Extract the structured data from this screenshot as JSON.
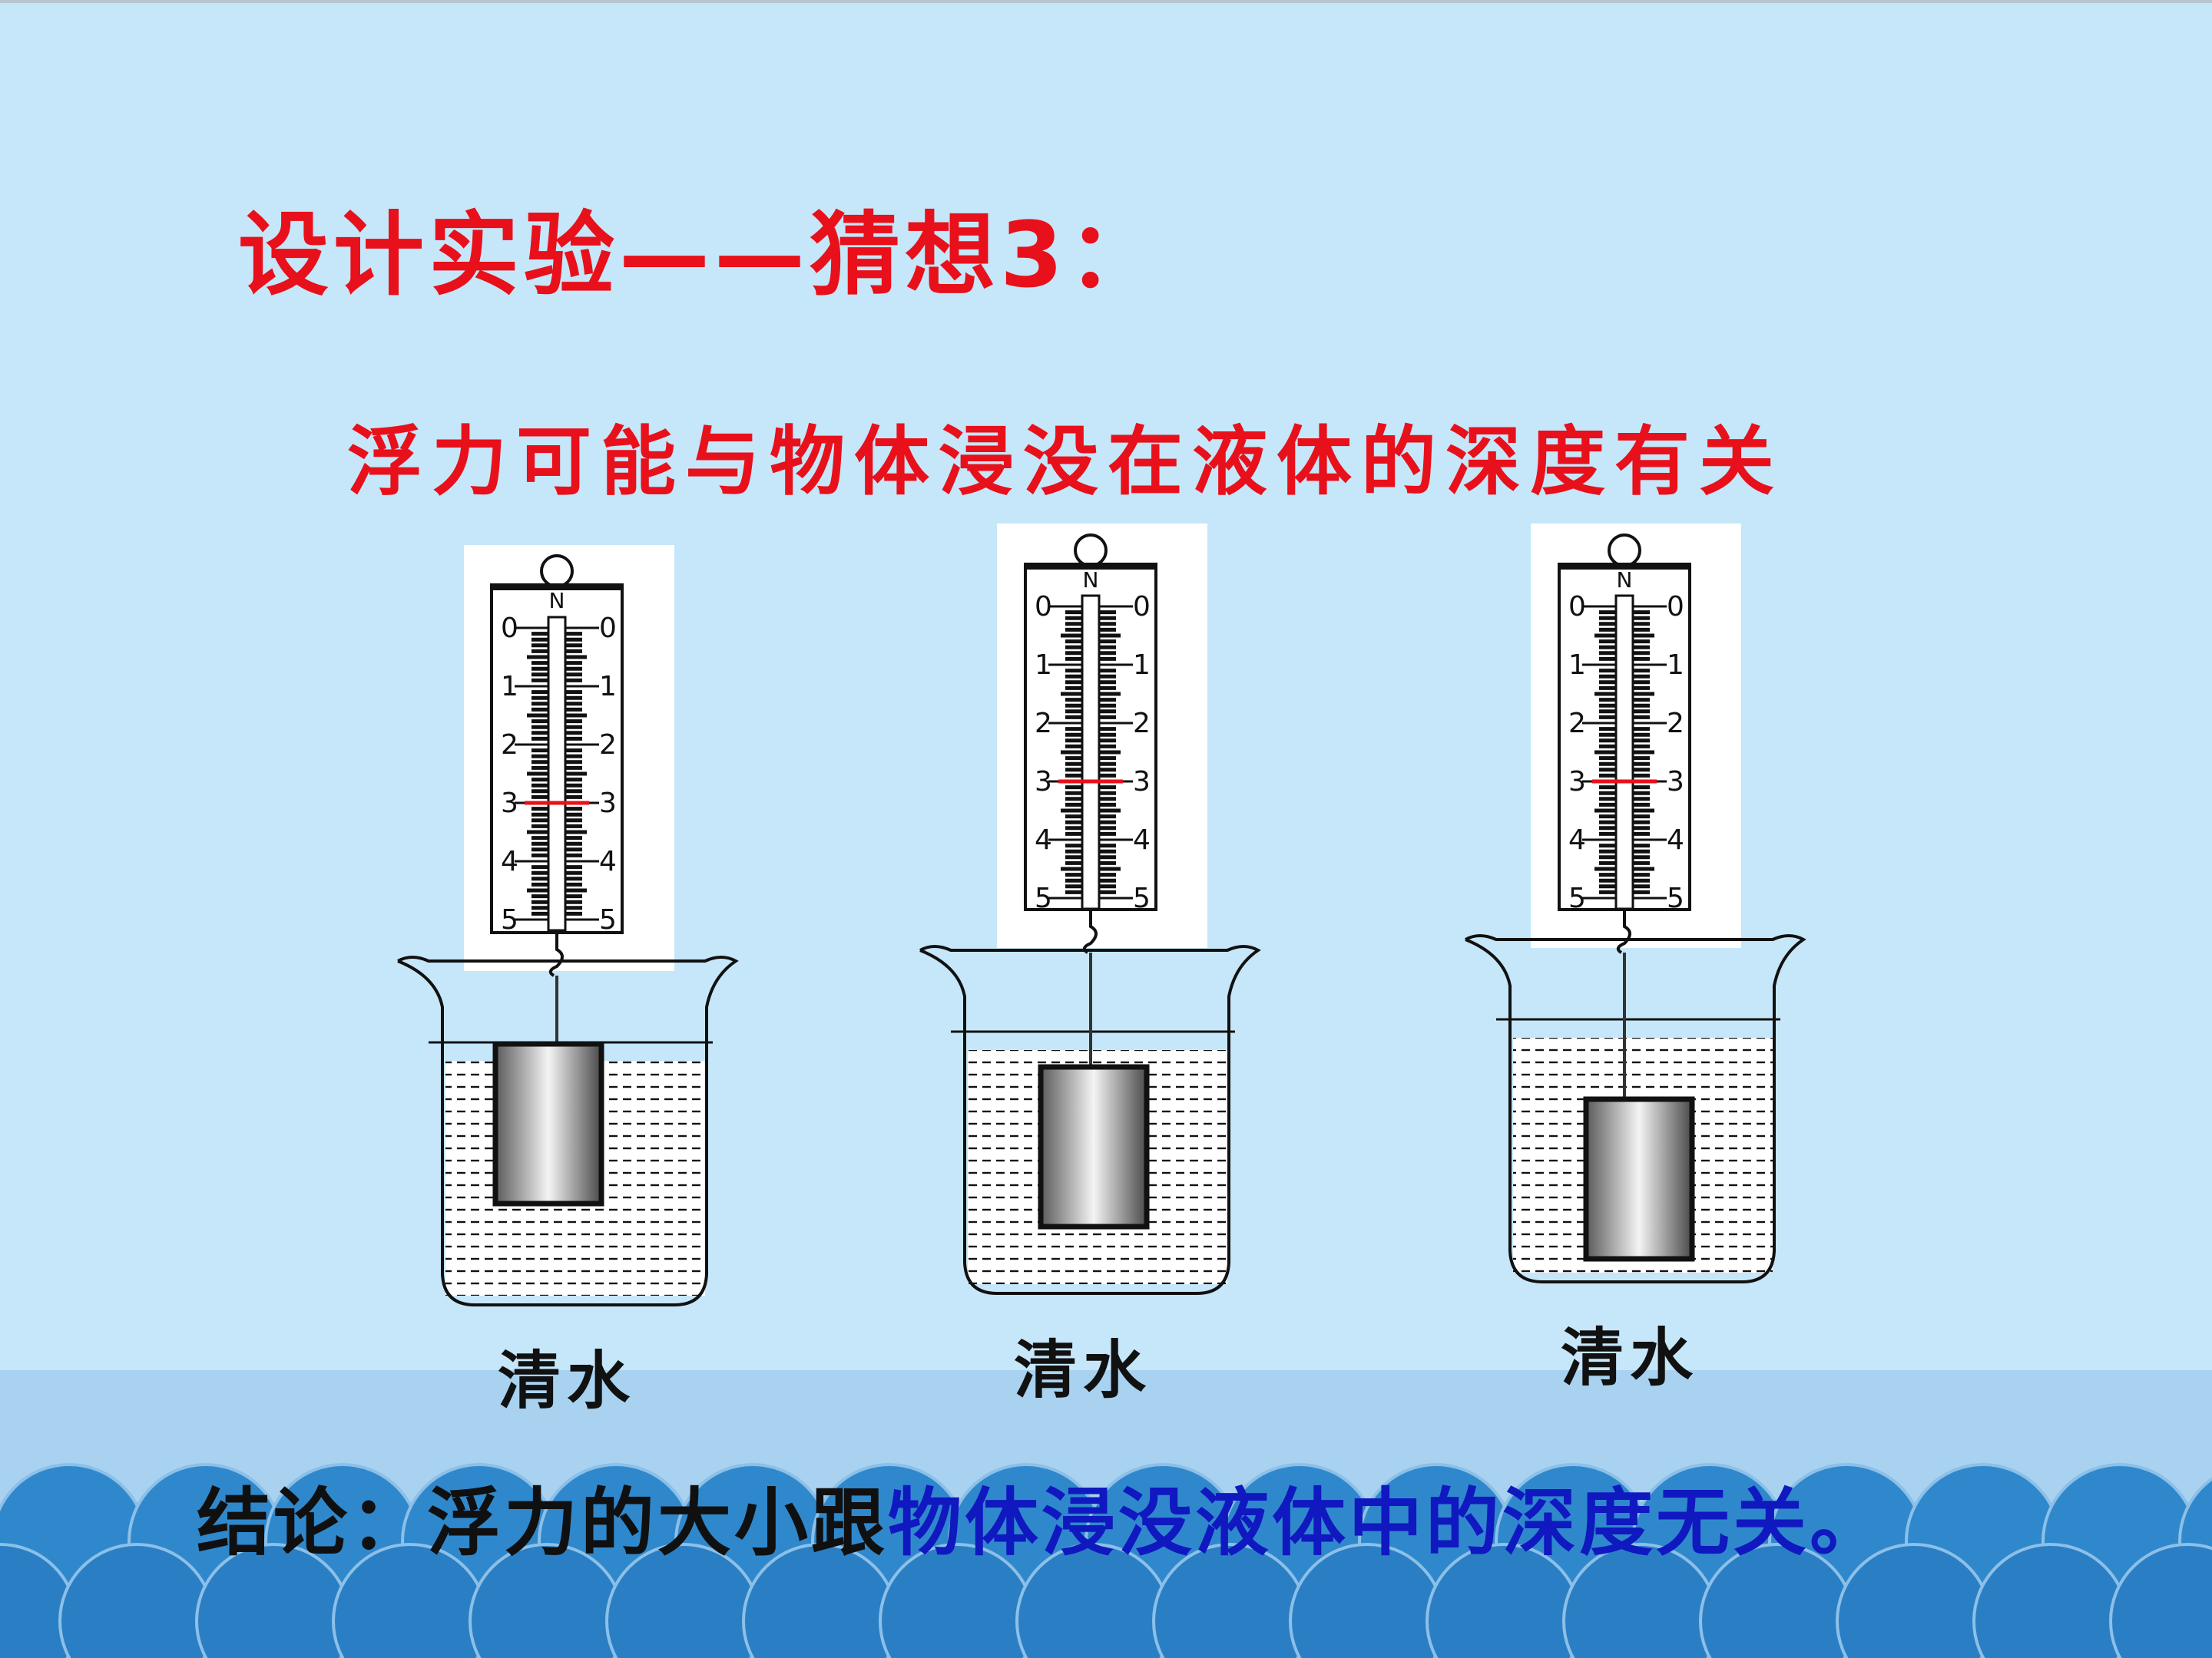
{
  "title": "设计实验——猜想3：",
  "hypothesis": "浮力可能与物体浸没在液体的深度有关",
  "setups": [
    {
      "liquid_label": "清水",
      "scale_unit": "N",
      "scale_ticks": [
        "0",
        "1",
        "2",
        "3",
        "4",
        "5"
      ],
      "reading": 3.0
    },
    {
      "liquid_label": "清水",
      "scale_unit": "N",
      "scale_ticks": [
        "0",
        "1",
        "2",
        "3",
        "4",
        "5"
      ],
      "reading": 3.0
    },
    {
      "liquid_label": "清水",
      "scale_unit": "N",
      "scale_ticks": [
        "0",
        "1",
        "2",
        "3",
        "4",
        "5"
      ],
      "reading": 3.0
    }
  ],
  "conclusion": {
    "prefix": "结论：浮力的大小跟",
    "highlight": "物体浸没液体中的深度无关。"
  },
  "colors": {
    "background": "#c6e6f9",
    "title": "#e8101a",
    "highlight": "#1018c0",
    "wave_dark": "#2f88cc",
    "wave_light": "#a8d2f0"
  }
}
